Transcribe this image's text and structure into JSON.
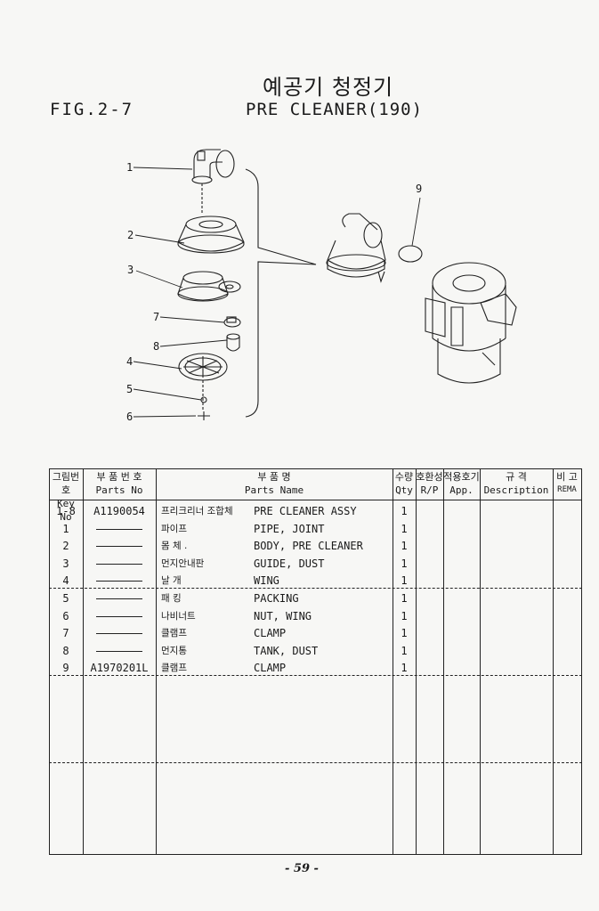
{
  "header": {
    "title_ko": "예공기 청정기",
    "fig_no": "FIG.2-7",
    "title_en": "PRE CLEANER(190)"
  },
  "diagram": {
    "callouts": [
      "1",
      "2",
      "3",
      "7",
      "8",
      "4",
      "5",
      "6",
      "9"
    ]
  },
  "table": {
    "headers": {
      "key_ko": "그림번호",
      "key_en": "Key No",
      "parts_no_ko": "부 품 번 호",
      "parts_no_en": "Parts No",
      "parts_name_ko": "부   품   명",
      "parts_name_en": "Parts Name",
      "qty_ko": "수량",
      "qty_en": "Qty",
      "rp_ko": "호환성",
      "rp_en": "R/P",
      "app_ko": "적용호기",
      "app_en": "App.",
      "desc_ko": "규   격",
      "desc_en": "Description",
      "rema_ko": "비 고",
      "rema_en": "REMA"
    },
    "rows": [
      {
        "key": "1-8",
        "parts_no": "A1190054",
        "name_ko": "프리크리너 조합체",
        "name_en": "PRE CLEANER ASSY",
        "qty": "1"
      },
      {
        "key": "1",
        "parts_no": "",
        "name_ko": "파이프",
        "name_en": "PIPE, JOINT",
        "qty": "1"
      },
      {
        "key": "2",
        "parts_no": "",
        "name_ko": "몸 체 .",
        "name_en": "BODY, PRE CLEANER",
        "qty": "1"
      },
      {
        "key": "3",
        "parts_no": "",
        "name_ko": "먼지안내판",
        "name_en": "GUIDE, DUST",
        "qty": "1"
      },
      {
        "key": "4",
        "parts_no": "",
        "name_ko": "날 개",
        "name_en": "WING",
        "qty": "1"
      },
      {
        "key": "5",
        "parts_no": "",
        "name_ko": "패 킹",
        "name_en": "PACKING",
        "qty": "1"
      },
      {
        "key": "6",
        "parts_no": "",
        "name_ko": "나비너트",
        "name_en": "NUT, WING",
        "qty": "1"
      },
      {
        "key": "7",
        "parts_no": "",
        "name_ko": "클램프",
        "name_en": "CLAMP",
        "qty": "1"
      },
      {
        "key": "8",
        "parts_no": "",
        "name_ko": "먼지통",
        "name_en": "TANK, DUST",
        "qty": "1"
      },
      {
        "key": "9",
        "parts_no": "A1970201L",
        "name_ko": "클램프",
        "name_en": "CLAMP",
        "qty": "1"
      }
    ]
  },
  "footer": {
    "page_number": "- 59 -"
  }
}
